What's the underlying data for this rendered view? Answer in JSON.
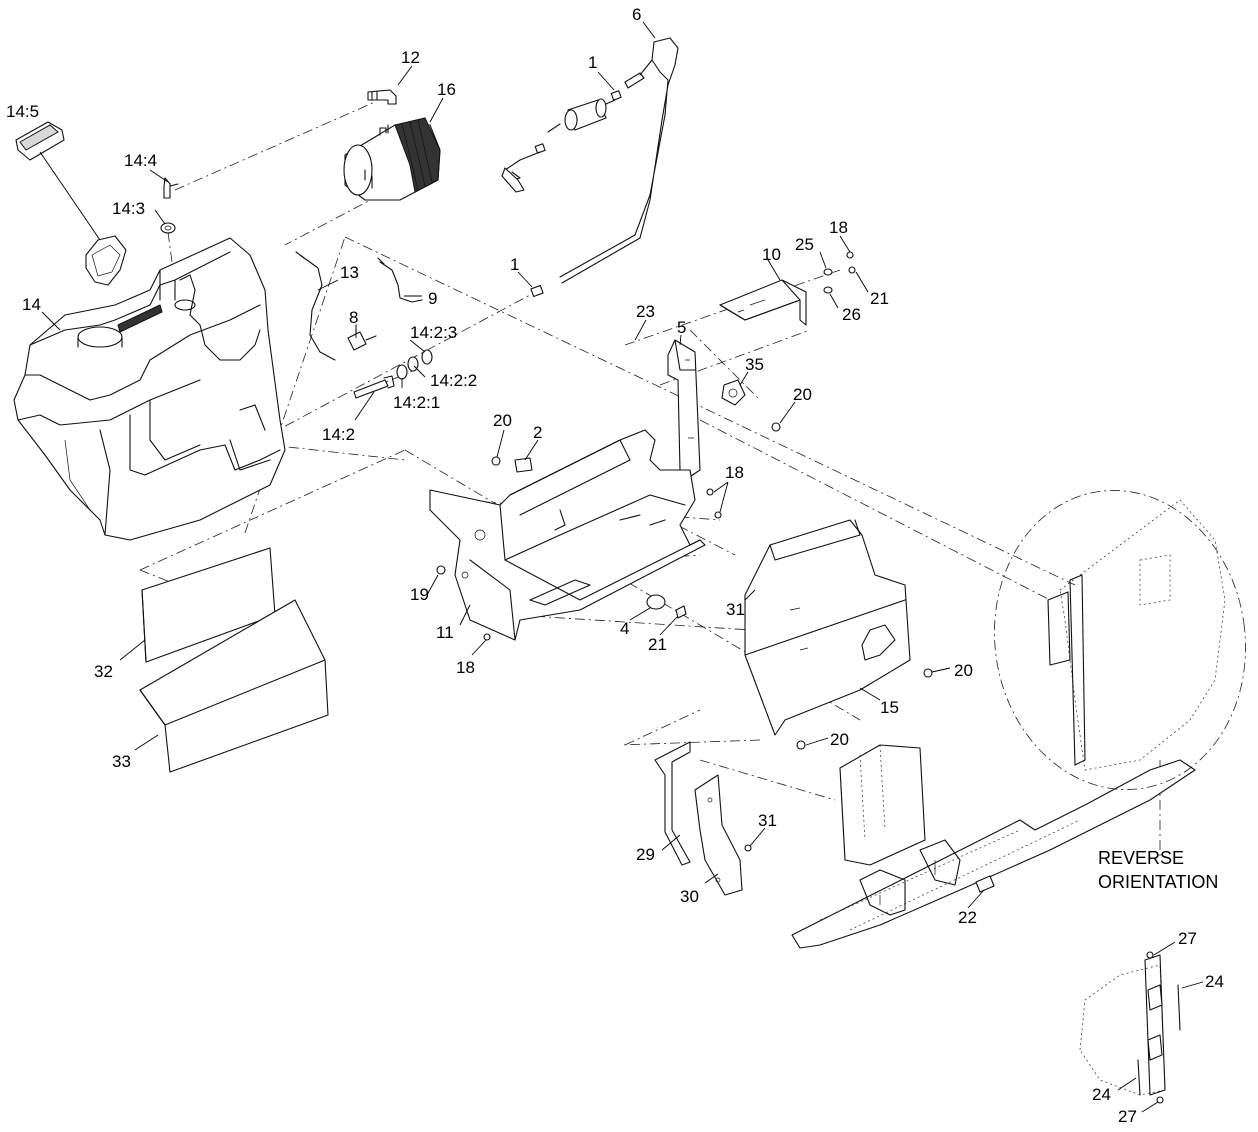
{
  "callouts": {
    "c6": "6",
    "c1a": "1",
    "c12": "12",
    "c16": "16",
    "c14_5": "14:5",
    "c14_4": "14:4",
    "c14_3": "14:3",
    "c1b": "1",
    "c13": "13",
    "c9": "9",
    "c8": "8",
    "c14": "14",
    "c14_2_3": "14:2:3",
    "c14_2_2": "14:2:2",
    "c14_2_1": "14:2:1",
    "c14_2": "14:2",
    "c10": "10",
    "c18a": "18",
    "c25": "25",
    "c21a": "21",
    "c26": "26",
    "c23": "23",
    "c5": "5",
    "c35": "35",
    "c20a": "20",
    "c20b": "20",
    "c2": "2",
    "c18b": "18",
    "c19": "19",
    "c11": "11",
    "c4": "4",
    "c21b": "21",
    "c18c": "18",
    "c31a": "31",
    "c20c": "20",
    "c15": "15",
    "c20d": "20",
    "c32": "32",
    "c33": "33",
    "c29": "29",
    "c30": "30",
    "c31b": "31",
    "c22": "22",
    "c27a": "27",
    "c24a": "24",
    "c24b": "24",
    "c27b": "27"
  },
  "note": {
    "line1": "REVERSE",
    "line2": "ORIENTATION"
  }
}
